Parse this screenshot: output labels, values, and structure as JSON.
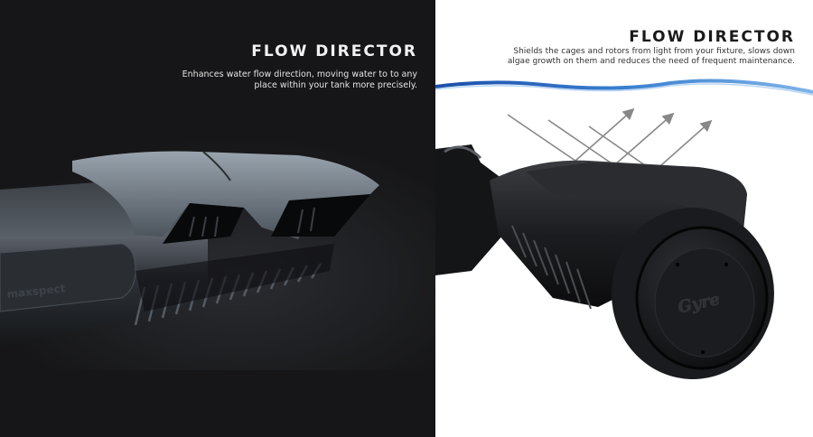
{
  "left_panel": {
    "title": "FLOW DIRECTOR",
    "description_lines": [
      "Enhances water flow direction, moving water to to any",
      "place within your tank more precisely."
    ],
    "product_logo": "maxspect",
    "background_color": "#161618"
  },
  "right_panel": {
    "title": "FLOW DIRECTOR",
    "description_lines": [
      "Shields the cages and rotors from light from your fixture, slows down",
      "algae growth on them and reduces the need of frequent maintenance."
    ],
    "product_logo": "Gyre",
    "background_color": "#ffffff",
    "water_line_color": "#1e5fb8",
    "arrow_color": "#888888"
  }
}
